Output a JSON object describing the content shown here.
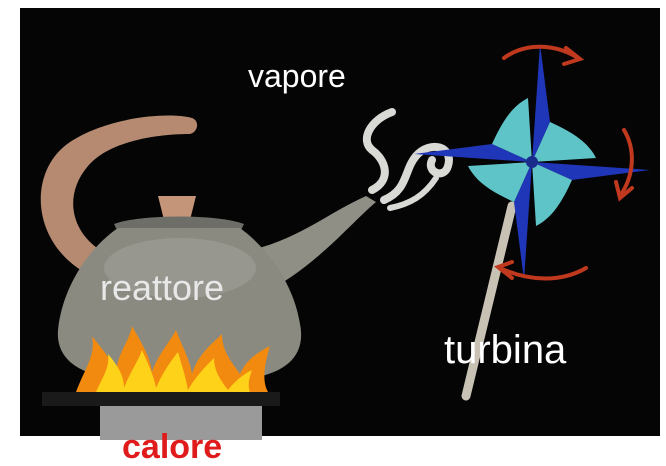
{
  "labels": {
    "steam": "vapore",
    "reactor": "reattore",
    "turbine": "turbina",
    "heat": "calore"
  },
  "colors": {
    "background": "#050505",
    "page": "#ffffff",
    "kettle_body": "#8a8a80",
    "kettle_handle": "#b58a70",
    "flame_outer": "#f28a10",
    "flame_inner": "#ffd21a",
    "stove": "#9a9a9a",
    "pinwheel_dark": "#1f36b8",
    "pinwheel_light": "#5fc4c8",
    "rotation_arrows": "#c0391e",
    "heat_label": "#e01b1b"
  },
  "icons": [
    "kettle-icon",
    "flame-icon",
    "steam-icon",
    "pinwheel-icon",
    "rotation-arrow-icon"
  ]
}
